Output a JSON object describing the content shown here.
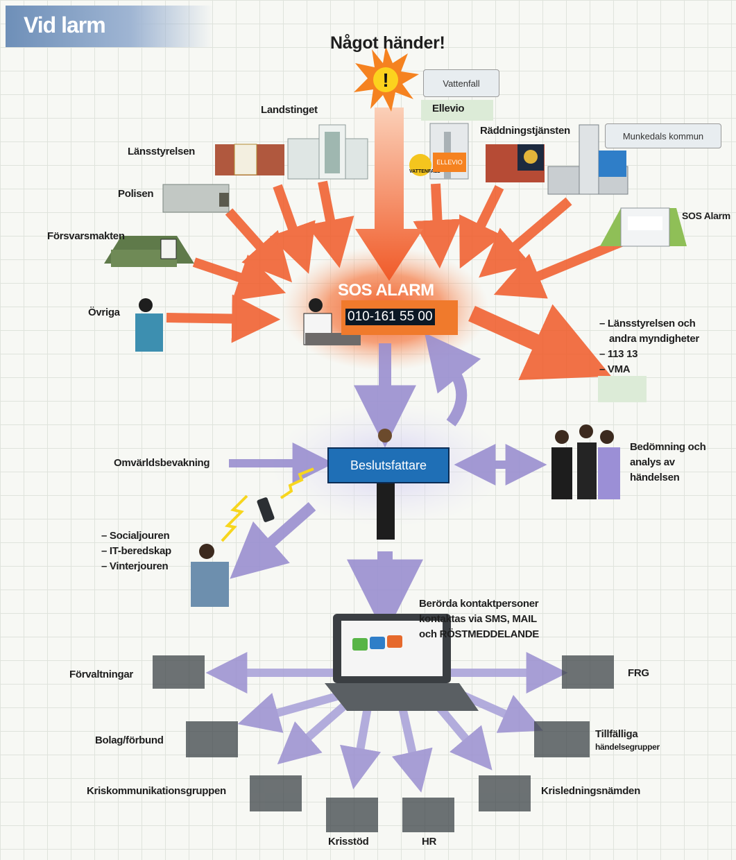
{
  "header": {
    "title": "Vid larm"
  },
  "event": {
    "label": "Något händer!"
  },
  "energy": {
    "vattenfall_box": "Vattenfall",
    "ellevio_label": "Ellevio",
    "vattenfall_logo": "VATTENFALL",
    "ellevio_logo": "ELLEVIO"
  },
  "sources": {
    "landstinget": "Landstinget",
    "lansstyrelsen": "Länsstyrelsen",
    "polisen": "Polisen",
    "forsvarsmakten": "Försvarsmakten",
    "ovriga": "Övriga",
    "raddningstjansten": "Räddningstjänsten",
    "munkedal_box": "Munkedals kommun",
    "sos_alarm_building": "SOS Alarm"
  },
  "sos": {
    "title": "SOS ALARM",
    "phone": "010-161 55 00"
  },
  "outbound": [
    "– Länsstyrelsen och",
    "andra myndigheter",
    "– 113 13",
    "– VMA"
  ],
  "decision": {
    "beslutsfattare": "Beslutsfattare",
    "omvarld": "Omvärldsbevakning",
    "analys": [
      "Bedömning och",
      "analys av",
      "händelsen"
    ],
    "jour": [
      "– Socialjouren",
      "– IT-beredskap",
      "– Vinterjouren"
    ]
  },
  "contact": {
    "text": [
      "Berörda kontaktpersoner",
      "kontaktas via SMS, MAIL",
      "och RÖSTMEDDELANDE"
    ]
  },
  "groups": {
    "forvaltningar": "Förvaltningar",
    "frg": "FRG",
    "bolag": "Bolag/förbund",
    "tillfalliga": "Tillfälliga",
    "tillfalliga_sub": "händelsegrupper",
    "kriskom": "Kriskommunikationsgruppen",
    "krisled": "Krisledningsnämden",
    "krisstod": "Krisstöd",
    "hr": "HR"
  },
  "colors": {
    "arrow_orange": "#f05a28",
    "arrow_purple": "#9a8fd0",
    "title_blue": "#7b98c2",
    "button_blue": "#1f6fb6"
  }
}
